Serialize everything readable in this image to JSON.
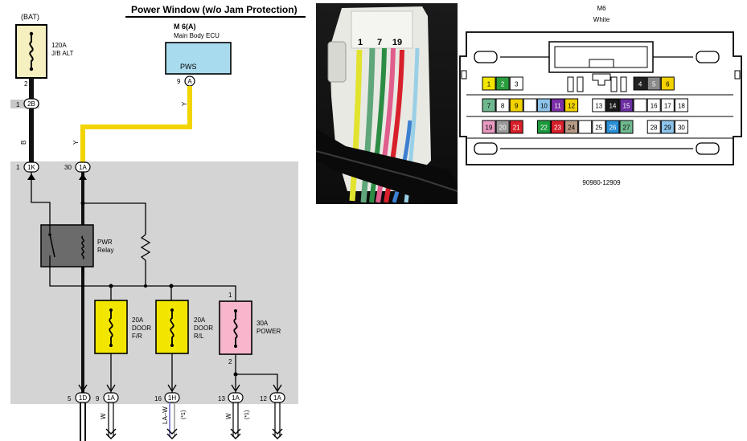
{
  "title": "Power Window (w/o Jam Protection)",
  "bat_label": "(BAT)",
  "fuse_alt": {
    "amps": "120A",
    "name": "J/B ALT"
  },
  "ecu": {
    "code": "M 6(A)",
    "name": "Main Body ECU",
    "block": "PWS",
    "pin": "9",
    "conn": "A"
  },
  "relay": {
    "line1": "PWR",
    "line2": "Relay"
  },
  "fuses": [
    {
      "amps": "20A",
      "line1": "DOOR",
      "line2": "F/R"
    },
    {
      "amps": "20A",
      "line1": "DOOR",
      "line2": "R/L"
    },
    {
      "amps": "30A",
      "line1": "POWER",
      "line2": ""
    }
  ],
  "nodes": {
    "alt_pin": "2",
    "j2b_left": "1",
    "j2b_conn": "2B",
    "j1k_left": "1",
    "j1k_conn": "1K",
    "j1a_top_left": "30",
    "j1a_top_conn": "1A",
    "power_pin_top": "1",
    "power_pin_bot": "2",
    "b1_left": "5",
    "b1_conn": "1D",
    "b2_left": "9",
    "b2_conn": "1A",
    "b3_left": "16",
    "b3_conn": "1H",
    "b4_left": "13",
    "b4_conn": "1A",
    "b5_left": "12",
    "b5_conn": "1A"
  },
  "wires": {
    "y_ecu": "Y",
    "y_left": "Y",
    "b_left": "B",
    "w1": "W",
    "law": "LA–W",
    "law_note": "(*1)",
    "w2": "W",
    "w2_note": "(*1)"
  },
  "photo": {
    "pins": [
      "1",
      "7",
      "19"
    ]
  },
  "connector": {
    "name": "M6",
    "color": "White",
    "part_number": "90980-12909",
    "rows": [
      [
        {
          "n": "1",
          "bg": "#f2e600",
          "fg": "#000"
        },
        {
          "n": "2",
          "bg": "#2a9e3e",
          "fg": "#fff"
        },
        {
          "n": "3",
          "bg": "#ffffff",
          "fg": "#000"
        },
        {
          "n": "",
          "bg": "",
          "fg": ""
        },
        {
          "n": "",
          "bg": "",
          "fg": ""
        },
        {
          "n": "",
          "bg": "",
          "fg": ""
        },
        {
          "n": "",
          "bg": "",
          "fg": ""
        },
        {
          "n": "",
          "bg": "",
          "fg": ""
        },
        {
          "n": "",
          "bg": "",
          "fg": ""
        },
        {
          "n": "",
          "bg": "",
          "fg": ""
        },
        {
          "n": "",
          "bg": "",
          "fg": ""
        },
        {
          "n": "4",
          "bg": "#222222",
          "fg": "#fff"
        },
        {
          "n": "5",
          "bg": "#8a8a8a",
          "fg": "#fff"
        },
        {
          "n": "6",
          "bg": "#f2d200",
          "fg": "#000"
        }
      ],
      [
        {
          "n": "7",
          "bg": "#6fb88f",
          "fg": "#000"
        },
        {
          "n": "8",
          "bg": "#ffffff",
          "fg": "#000"
        },
        {
          "n": "9",
          "bg": "#f2d200",
          "fg": "#000"
        },
        {
          "n": "",
          "bg": "#ffffff",
          "fg": ""
        },
        {
          "n": "10",
          "bg": "#8ec4ea",
          "fg": "#000"
        },
        {
          "n": "11",
          "bg": "#7a2fa6",
          "fg": "#fff"
        },
        {
          "n": "12",
          "bg": "#f2d200",
          "fg": "#000"
        },
        {
          "n": "",
          "bg": "",
          "fg": ""
        },
        {
          "n": "13",
          "bg": "#ffffff",
          "fg": "#000"
        },
        {
          "n": "14",
          "bg": "#1a1a1a",
          "fg": "#fff"
        },
        {
          "n": "15",
          "bg": "#6b2fa0",
          "fg": "#fff"
        },
        {
          "n": "",
          "bg": "#ffffff",
          "fg": ""
        },
        {
          "n": "16",
          "bg": "#ffffff",
          "fg": "#000"
        },
        {
          "n": "17",
          "bg": "#ffffff",
          "fg": "#000"
        },
        {
          "n": "18",
          "bg": "#ffffff",
          "fg": "#000"
        }
      ],
      [
        {
          "n": "19",
          "bg": "#e89ac0",
          "fg": "#000"
        },
        {
          "n": "20",
          "bg": "#9a9a9a",
          "fg": "#fff"
        },
        {
          "n": "21",
          "bg": "#d8202a",
          "fg": "#fff"
        },
        {
          "n": "",
          "bg": "",
          "fg": ""
        },
        {
          "n": "22",
          "bg": "#1c9a3c",
          "fg": "#fff"
        },
        {
          "n": "23",
          "bg": "#d8202a",
          "fg": "#fff"
        },
        {
          "n": "24",
          "bg": "#b79a85",
          "fg": "#000"
        },
        {
          "n": "",
          "bg": "#ffffff",
          "fg": ""
        },
        {
          "n": "25",
          "bg": "#ffffff",
          "fg": "#000"
        },
        {
          "n": "26",
          "bg": "#2a8fd6",
          "fg": "#fff"
        },
        {
          "n": "27",
          "bg": "#6fb88f",
          "fg": "#000"
        },
        {
          "n": "",
          "bg": "",
          "fg": ""
        },
        {
          "n": "28",
          "bg": "#ffffff",
          "fg": "#000"
        },
        {
          "n": "29",
          "bg": "#8ec4ea",
          "fg": "#000"
        },
        {
          "n": "30",
          "bg": "#ffffff",
          "fg": "#000"
        }
      ]
    ]
  }
}
